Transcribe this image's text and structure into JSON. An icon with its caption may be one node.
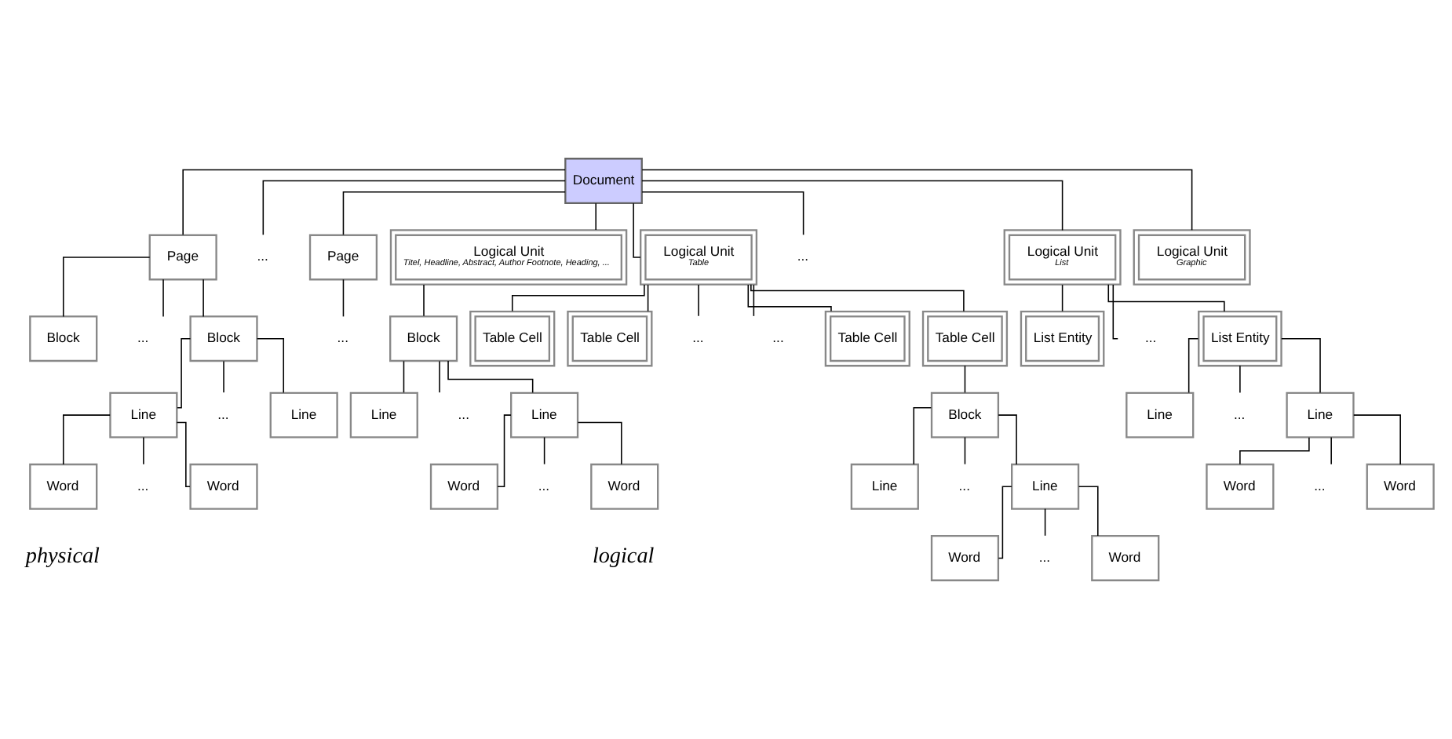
{
  "diagram": {
    "nodes": [
      {
        "text": [
          "Document"
        ]
      },
      {
        "text": [
          "Page"
        ]
      },
      {
        "text": [
          "..."
        ]
      },
      {
        "text": [
          "Page"
        ]
      },
      {
        "text": [
          "Block"
        ]
      },
      {
        "text": [
          "..."
        ]
      },
      {
        "text": [
          "Block"
        ]
      },
      {
        "text": [
          "..."
        ]
      },
      {
        "text": [
          "Line"
        ]
      },
      {
        "text": [
          "..."
        ]
      },
      {
        "text": [
          "Line"
        ]
      },
      {
        "text": [
          "Word"
        ]
      },
      {
        "text": [
          "..."
        ]
      },
      {
        "text": [
          "Word"
        ]
      },
      {
        "text": [
          "Logical Unit",
          "Titel, Headline, Abstract, Author Footnote, Heading, ..."
        ]
      },
      {
        "text": [
          "Logical Unit",
          "Table"
        ]
      },
      {
        "text": [
          "..."
        ]
      },
      {
        "text": [
          "Logical Unit",
          "List"
        ]
      },
      {
        "text": [
          "Logical Unit",
          "Graphic"
        ]
      },
      {
        "text": [
          "Block"
        ]
      },
      {
        "text": [
          "Table Cell"
        ]
      },
      {
        "text": [
          "Table Cell"
        ]
      },
      {
        "text": [
          "..."
        ]
      },
      {
        "text": [
          "..."
        ]
      },
      {
        "text": [
          "Table Cell"
        ]
      },
      {
        "text": [
          "Table Cell"
        ]
      },
      {
        "text": [
          "List Entity"
        ]
      },
      {
        "text": [
          "..."
        ]
      },
      {
        "text": [
          "List Entity"
        ]
      },
      {
        "text": [
          "Line"
        ]
      },
      {
        "text": [
          "..."
        ]
      },
      {
        "text": [
          "Line"
        ]
      },
      {
        "text": [
          "Word"
        ]
      },
      {
        "text": [
          "..."
        ]
      },
      {
        "text": [
          "Word"
        ]
      },
      {
        "text": [
          "Block"
        ]
      },
      {
        "text": [
          "Line"
        ]
      },
      {
        "text": [
          "..."
        ]
      },
      {
        "text": [
          "Line"
        ]
      },
      {
        "text": [
          "Word"
        ]
      },
      {
        "text": [
          "..."
        ]
      },
      {
        "text": [
          "Word"
        ]
      },
      {
        "text": [
          "Line"
        ]
      },
      {
        "text": [
          "..."
        ]
      },
      {
        "text": [
          "Line"
        ]
      },
      {
        "text": [
          "Word"
        ]
      },
      {
        "text": [
          "..."
        ]
      },
      {
        "text": [
          "Word"
        ]
      }
    ],
    "edges": [
      {
        "from": 0,
        "to": 1,
        "arrow": "none"
      },
      {
        "from": 0,
        "to": 2,
        "arrow": "none"
      },
      {
        "from": 0,
        "to": 3,
        "arrow": "none"
      },
      {
        "from": 0,
        "to": 14,
        "arrow": "none"
      },
      {
        "from": 0,
        "to": 15,
        "arrow": "none"
      },
      {
        "from": 0,
        "to": 16,
        "arrow": "none"
      },
      {
        "from": 0,
        "to": 17,
        "arrow": "none"
      },
      {
        "from": 0,
        "to": 18,
        "arrow": "none"
      },
      {
        "from": 1,
        "to": 4,
        "arrow": "none"
      },
      {
        "from": 1,
        "to": 5,
        "arrow": "none"
      },
      {
        "from": 1,
        "to": 6,
        "arrow": "none"
      },
      {
        "from": 3,
        "to": 7,
        "arrow": "none"
      },
      {
        "from": 6,
        "to": 8,
        "arrow": "none"
      },
      {
        "from": 6,
        "to": 9,
        "arrow": "none"
      },
      {
        "from": 6,
        "to": 10,
        "arrow": "none"
      },
      {
        "from": 8,
        "to": 11,
        "arrow": "none"
      },
      {
        "from": 8,
        "to": 12,
        "arrow": "none"
      },
      {
        "from": 8,
        "to": 13,
        "arrow": "none"
      },
      {
        "from": 14,
        "to": 19,
        "arrow": "none"
      },
      {
        "from": 15,
        "to": 20,
        "arrow": "none"
      },
      {
        "from": 15,
        "to": 21,
        "arrow": "none"
      },
      {
        "from": 15,
        "to": 22,
        "arrow": "none"
      },
      {
        "from": 15,
        "to": 23,
        "arrow": "none"
      },
      {
        "from": 15,
        "to": 24,
        "arrow": "none"
      },
      {
        "from": 15,
        "to": 25,
        "arrow": "none"
      },
      {
        "from": 17,
        "to": 26,
        "arrow": "none"
      },
      {
        "from": 17,
        "to": 27,
        "arrow": "none"
      },
      {
        "from": 17,
        "to": 28,
        "arrow": "none"
      },
      {
        "from": 19,
        "to": 29,
        "arrow": "none"
      },
      {
        "from": 19,
        "to": 30,
        "arrow": "none"
      },
      {
        "from": 19,
        "to": 31,
        "arrow": "none"
      },
      {
        "from": 31,
        "to": 32,
        "arrow": "none"
      },
      {
        "from": 31,
        "to": 33,
        "arrow": "none"
      },
      {
        "from": 31,
        "to": 34,
        "arrow": "none"
      },
      {
        "from": 25,
        "to": 35,
        "arrow": "none"
      },
      {
        "from": 35,
        "to": 36,
        "arrow": "none"
      },
      {
        "from": 35,
        "to": 37,
        "arrow": "none"
      },
      {
        "from": 35,
        "to": 38,
        "arrow": "none"
      },
      {
        "from": 38,
        "to": 39,
        "arrow": "none"
      },
      {
        "from": 38,
        "to": 40,
        "arrow": "none"
      },
      {
        "from": 38,
        "to": 41,
        "arrow": "none"
      },
      {
        "from": 28,
        "to": 42,
        "arrow": "none"
      },
      {
        "from": 28,
        "to": 43,
        "arrow": "none"
      },
      {
        "from": 28,
        "to": 44,
        "arrow": "none"
      },
      {
        "from": 44,
        "to": 45,
        "arrow": "none"
      },
      {
        "from": 44,
        "to": 46,
        "arrow": "none"
      },
      {
        "from": 44,
        "to": 47,
        "arrow": "none"
      }
    ],
    "labels": [
      "physical",
      "logical"
    ]
  }
}
